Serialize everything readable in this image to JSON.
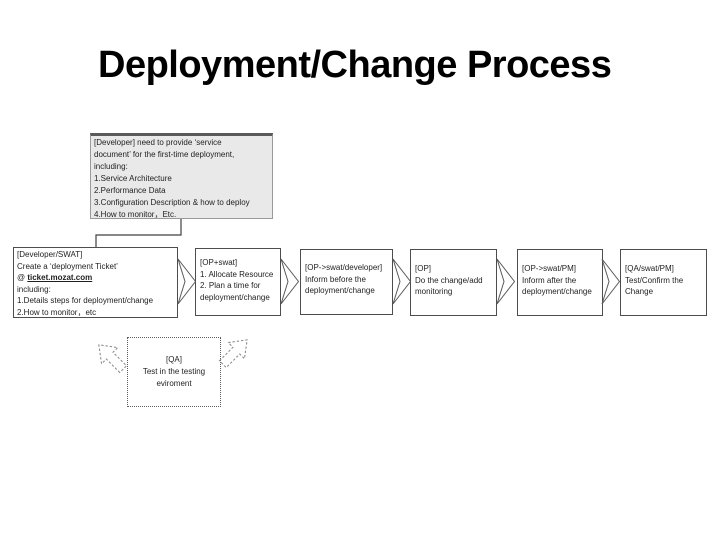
{
  "slide": {
    "title": "Deployment/Change Process"
  },
  "colors": {
    "background": "#ffffff",
    "title_text": "#000000",
    "box_border": "#4d4d4d",
    "note_box_fill": "#e9e9e9",
    "note_box_top_border": "#5a5a5a",
    "body_text": "#1f1f1f"
  },
  "diagram": {
    "service_doc_note": {
      "lines": [
        "[Developer] need to provide ‘service",
        "document’ for the first-time deployment,",
        "including:",
        "1.Service Architecture",
        "2.Performance Data",
        "3.Configuration Description & how to deploy",
        "4.How to monitor，Etc."
      ]
    },
    "ticket_box": {
      "lines_before": [
        "[Developer/SWAT]",
        "Create a ‘deployment Ticket’"
      ],
      "link_line": {
        "prefix": "@ ",
        "link_text": "ticket.mozat.com"
      },
      "lines_after": [
        "including:",
        "1.Details steps for deployment/change",
        "2.How to monitor，etc"
      ]
    },
    "flow_boxes": [
      {
        "lines": [
          "[OP+swat]",
          "1. Allocate Resource",
          "2. Plan a time for",
          "deployment/change"
        ]
      },
      {
        "lines": [
          "[OP->swat/developer]",
          "Inform before the",
          "deployment/change"
        ]
      },
      {
        "lines": [
          "[OP]",
          "Do the change/add",
          "monitoring"
        ]
      },
      {
        "lines": [
          "[OP->swat/PM]",
          "Inform after the",
          "deployment/change"
        ]
      },
      {
        "lines": [
          "[QA/swat/PM]",
          "Test/Confirm the",
          "Change"
        ]
      }
    ],
    "qa_box": {
      "lines": [
        "[QA]",
        "Test in the testing",
        "eviroment"
      ]
    }
  }
}
